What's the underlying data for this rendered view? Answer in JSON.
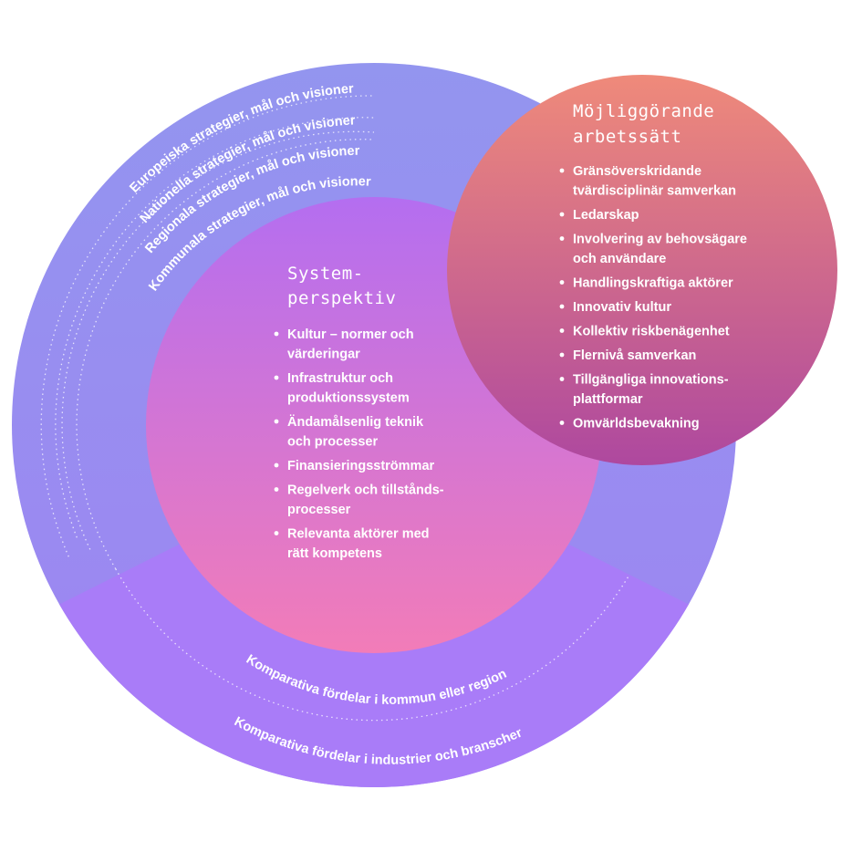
{
  "rings": {
    "outer_labels": [
      "Europeiska strategier, mål och visioner",
      "Nationella strategier, mål och visioner",
      "Regionala strategier, mål och visioner",
      "Kommunala strategier, mål och visioner"
    ],
    "bottom_labels": [
      "Komparativa fördelar i kommun eller region",
      "Komparativa fördelar i industrier och branscher"
    ]
  },
  "system_circle": {
    "title_lines": [
      "System-",
      "perspektiv"
    ],
    "items": [
      [
        "Kultur – normer och",
        "värderingar"
      ],
      [
        "Infrastruktur och",
        "produktionssystem"
      ],
      [
        "Ändamålsenlig teknik",
        "och processer"
      ],
      [
        "Finansieringsströmmar"
      ],
      [
        "Regelverk och tillstånds-",
        "processer"
      ],
      [
        "Relevanta aktörer med",
        "rätt kompetens"
      ]
    ]
  },
  "enabling_circle": {
    "title_lines": [
      "Möjliggörande",
      "arbetssätt"
    ],
    "items": [
      [
        "Gränsöverskridande",
        "tvärdisciplinär samverkan"
      ],
      [
        "Ledarskap"
      ],
      [
        "Involvering av behovsägare",
        "och användare"
      ],
      [
        "Handlingskraftiga aktörer"
      ],
      [
        "Innovativ kultur"
      ],
      [
        "Kollektiv riskbenägenhet"
      ],
      [
        "Flernivå samverkan"
      ],
      [
        "Tillgängliga innovations-",
        "plattformar"
      ],
      [
        "Omvärldsbevakning"
      ]
    ]
  },
  "colors": {
    "outer_ring": "#9690ee",
    "bottom_band": "#aa7cf8",
    "system_top": "#b46ef0",
    "system_bottom": "#f27cb8",
    "enabling_top": "#ee8878",
    "enabling_bottom": "#b04a9e"
  }
}
